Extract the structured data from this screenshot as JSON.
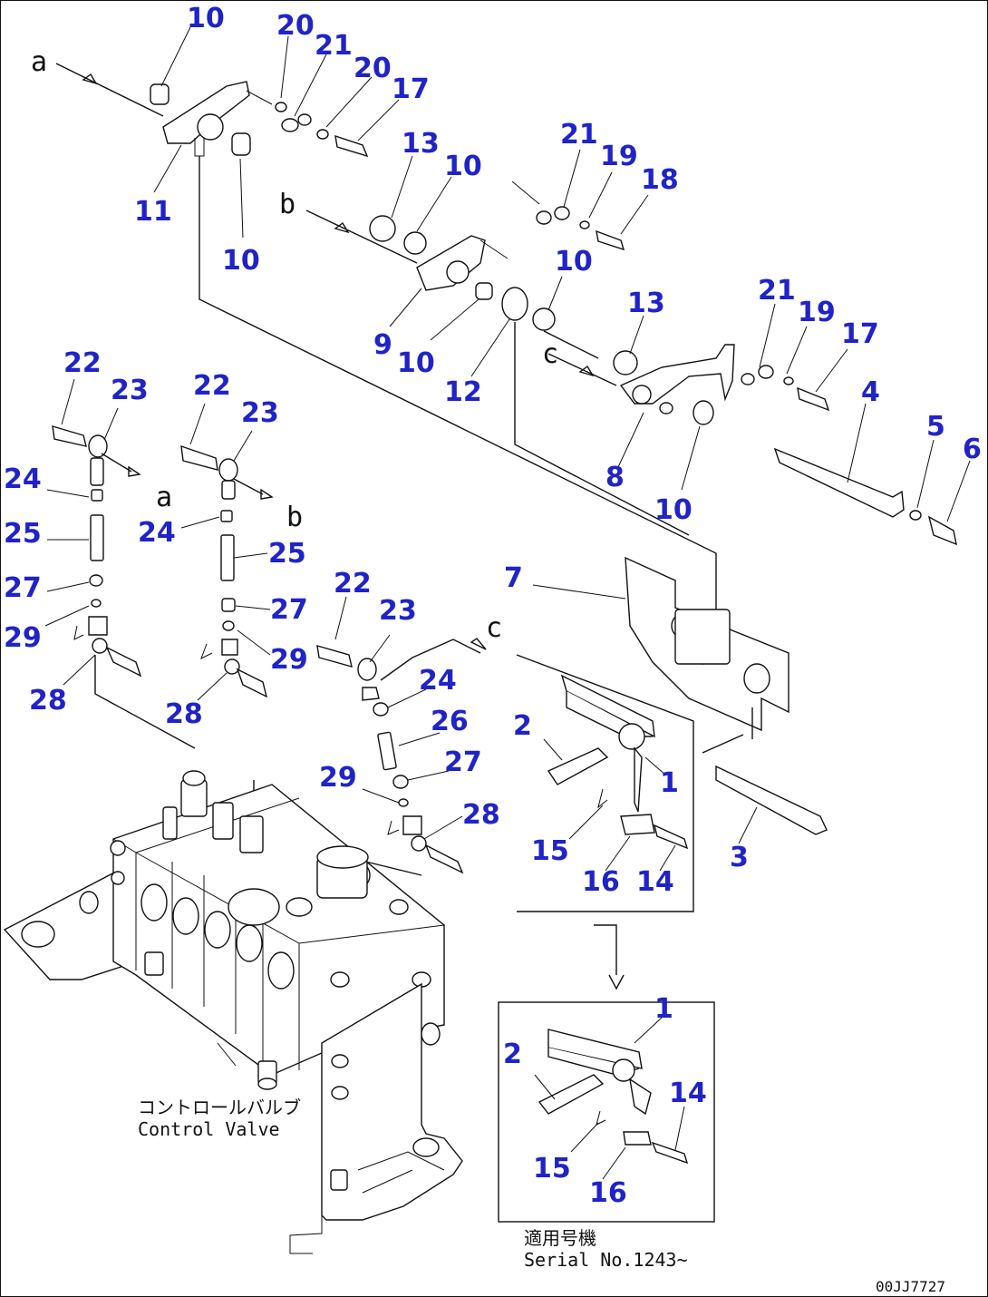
{
  "part_numbers": [
    "10",
    "20",
    "21",
    "20",
    "17",
    "11",
    "10",
    "13",
    "10",
    "21",
    "19",
    "18",
    "9",
    "10",
    "12",
    "10",
    "13",
    "21",
    "19",
    "17",
    "4",
    "8",
    "10",
    "5",
    "6",
    "22",
    "23",
    "24",
    "25",
    "27",
    "29",
    "28",
    "22",
    "23",
    "24",
    "25",
    "27",
    "29",
    "28",
    "7",
    "22",
    "23",
    "24",
    "26",
    "27",
    "29",
    "28",
    "2",
    "1",
    "15",
    "16",
    "14",
    "3",
    "1",
    "2",
    "14",
    "15",
    "16"
  ],
  "view_letters": [
    "a",
    "b",
    "c",
    "a",
    "b",
    "c"
  ],
  "captions": {
    "control_valve_jp": "コントロールバルブ",
    "control_valve_en": "Control Valve",
    "serial_jp": "適用号機",
    "serial_en": "Serial No.1243~",
    "drawing_code": "00JJ7727"
  }
}
